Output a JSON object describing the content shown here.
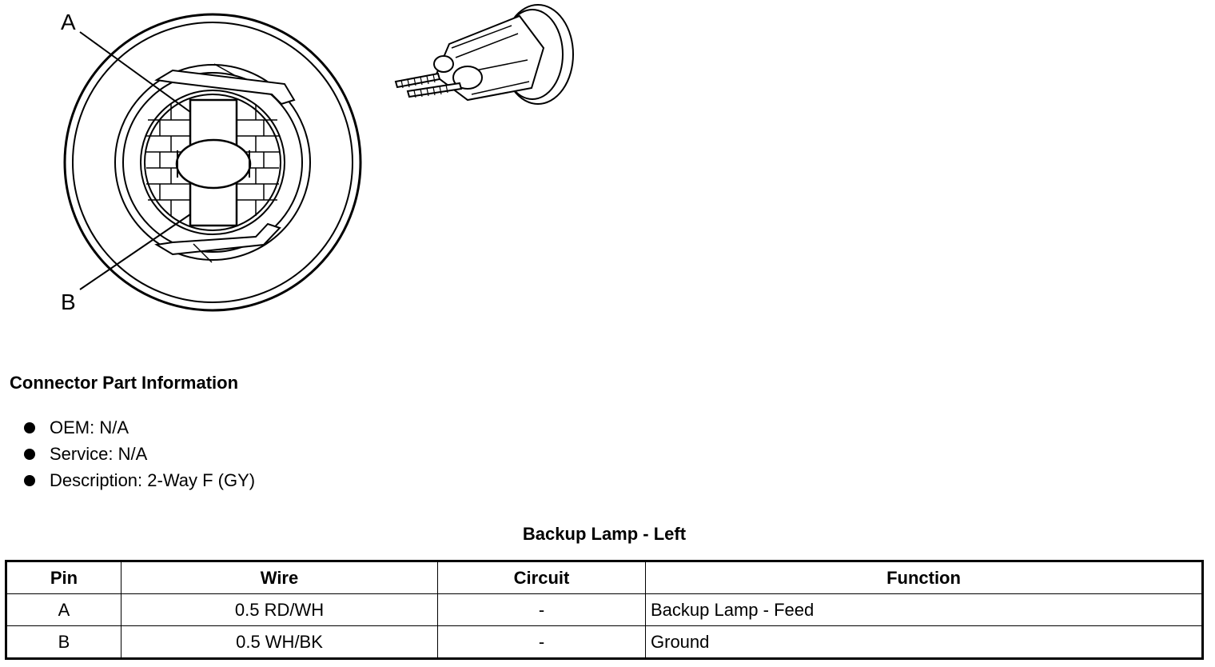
{
  "diagram": {
    "pin_labels": [
      "A",
      "B"
    ]
  },
  "section": {
    "title": "Connector Part Information",
    "items": [
      "OEM: N/A",
      "Service: N/A",
      "Description: 2-Way F (GY)"
    ]
  },
  "table": {
    "title": "Backup Lamp - Left",
    "headers": [
      "Pin",
      "Wire",
      "Circuit",
      "Function"
    ],
    "rows": [
      [
        "A",
        "0.5 RD/WH",
        "-",
        "Backup Lamp - Feed"
      ],
      [
        "B",
        "0.5 WH/BK",
        "-",
        "Ground"
      ]
    ]
  }
}
